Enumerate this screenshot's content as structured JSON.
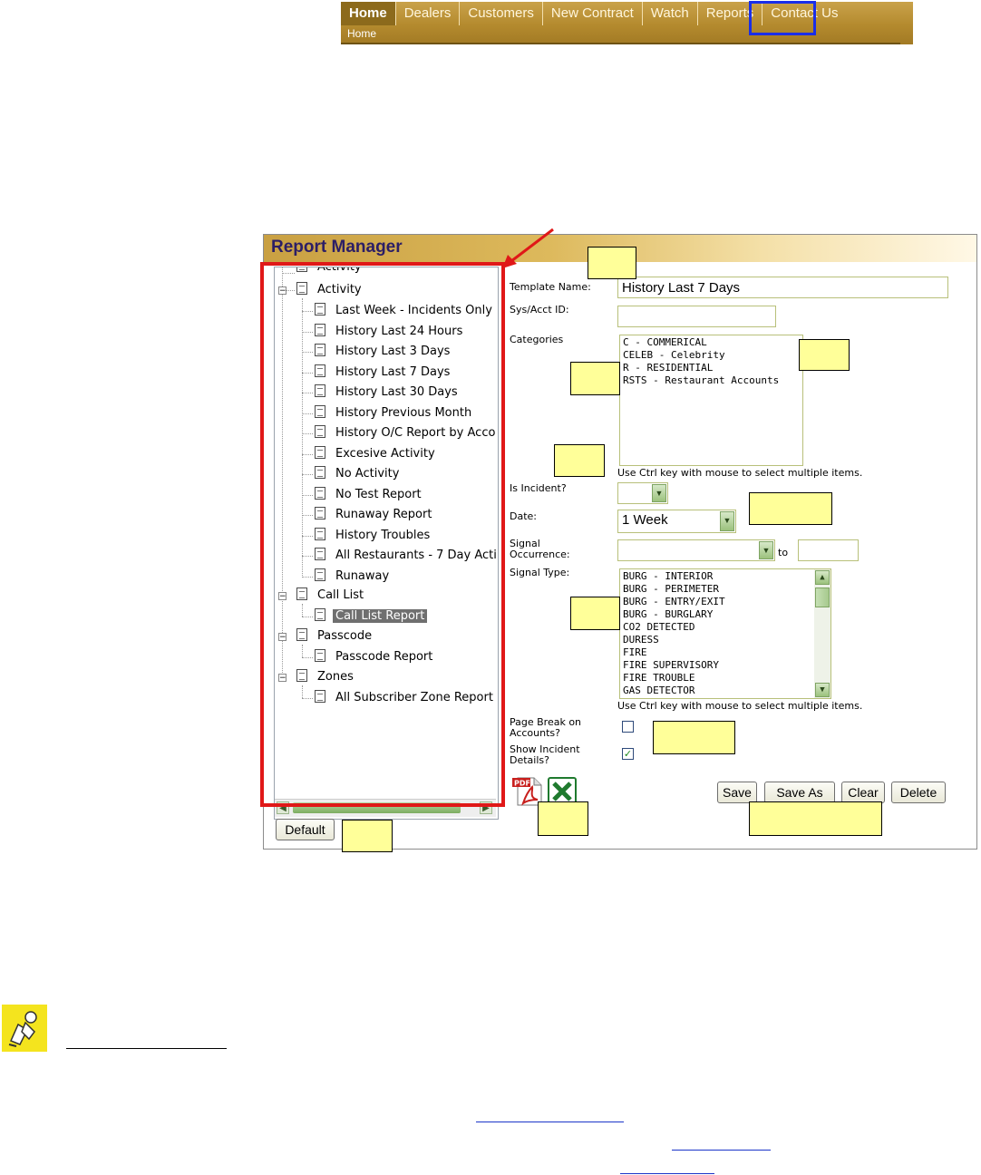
{
  "nav": {
    "tabs": [
      "Home",
      "Dealers",
      "Customers",
      "New Contract",
      "Watch",
      "Reports",
      "Contact Us"
    ],
    "active_tab": "Home",
    "highlighted_tab": "Reports",
    "breadcrumb": "Home"
  },
  "report_manager": {
    "title": "Report Manager",
    "tree": {
      "clipped_top": "Activity",
      "groups": [
        {
          "label": "Activity",
          "items": [
            "Last Week - Incidents Only",
            "History Last 24 Hours",
            "History Last 3 Days",
            "History Last 7 Days",
            "History Last 30 Days",
            "History Previous Month",
            "History O/C Report by Acco",
            "Excesive Activity",
            "No Activity",
            "No Test Report",
            "Runaway Report",
            "History Troubles",
            "All Restaurants - 7 Day Acti",
            "Runaway"
          ]
        },
        {
          "label": "Call List",
          "items": [
            "Call List Report"
          ]
        },
        {
          "label": "Passcode",
          "items": [
            "Passcode Report"
          ]
        },
        {
          "label": "Zones",
          "items": [
            "All Subscriber Zone Report"
          ]
        }
      ],
      "selected": "Call List Report",
      "scroll_thumb_label": "..."
    },
    "form": {
      "template_name_label": "Template Name:",
      "template_name_value": "History Last 7 Days",
      "sys_acct_label": "Sys/Acct ID:",
      "sys_acct_value": "",
      "categories_label": "Categories",
      "categories": [
        "C - COMMERICAL",
        "CELEB - Celebrity",
        "R - RESIDENTIAL",
        "RSTS - Restaurant Accounts"
      ],
      "multi_hint": "Use Ctrl key with mouse to select multiple items.",
      "is_incident_label": "Is Incident?",
      "is_incident_value": "",
      "date_label": "Date:",
      "date_value": "1 Week",
      "signal_occ_label_1": "Signal",
      "signal_occ_label_2": "Occurrence:",
      "signal_occ_value": "",
      "to_label": "to",
      "signal_occ_to_value": "",
      "signal_type_label": "Signal Type:",
      "signal_types": [
        "BURG - INTERIOR",
        "BURG - PERIMETER",
        "BURG - ENTRY/EXIT",
        "BURG - BURGLARY",
        "CO2 DETECTED",
        "DURESS",
        "FIRE",
        "FIRE SUPERVISORY",
        "FIRE TROUBLE",
        "GAS DETECTOR"
      ],
      "page_break_label_1": "Page Break on",
      "page_break_label_2": "Accounts?",
      "page_break_checked": false,
      "show_incident_label_1": "Show Incident",
      "show_incident_label_2": "Details?",
      "show_incident_checked": true
    },
    "buttons": {
      "save": "Save",
      "save_as": "Save As",
      "clear": "Clear",
      "delete": "Delete",
      "default": "Default"
    },
    "export_icons": {
      "pdf": "pdf-export-icon",
      "pdf_text": "PDF",
      "excel": "excel-export-icon"
    }
  },
  "colors": {
    "nav_bar": "#b48a2e",
    "title_text": "#2c1e66",
    "tree_highlight_box": "#e01818",
    "reports_highlight_box": "#1a2ee8",
    "callout_fill": "#ffff99"
  },
  "note": {
    "icon": "note-pencil-icon"
  }
}
